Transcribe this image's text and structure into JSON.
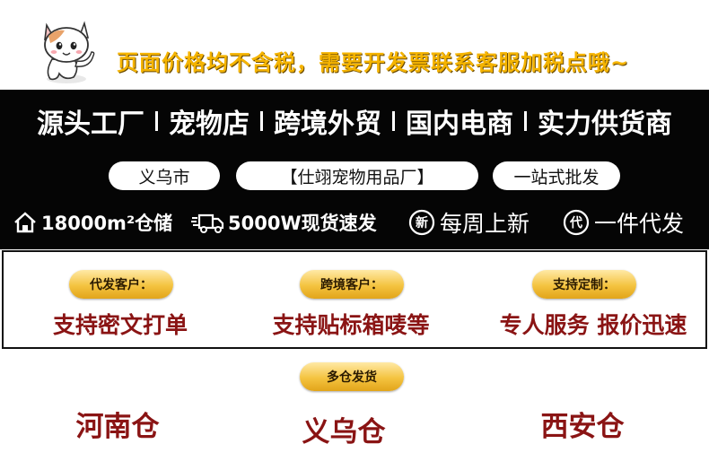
{
  "notice": "页面价格均不含税，需要开发票联系客服加税点哦~",
  "headline": {
    "items": [
      "源头工厂",
      "宠物店",
      "跨境外贸",
      "国内电商",
      "实力供货商"
    ]
  },
  "pills": [
    "义乌市",
    "【仕翊宠物用品厂】",
    "一站式批发"
  ],
  "features": [
    {
      "icon": "house-icon",
      "text": "18000m²仓储"
    },
    {
      "icon": "truck-icon",
      "text": "5000W现货速发"
    },
    {
      "icon": "new-badge-icon",
      "badge": "新",
      "text": "每周上新"
    },
    {
      "icon": "dai-badge-icon",
      "badge": "代",
      "text": "一件代发"
    }
  ],
  "services": [
    {
      "tag": "代发客户：",
      "text": "支持密文打单"
    },
    {
      "tag": "跨境客户：",
      "text": "支持贴标箱唛等"
    },
    {
      "tag": "支持定制：",
      "text": "专人服务 报价迅速"
    }
  ],
  "warehouse": {
    "tag": "多仓发货",
    "locations": [
      "河南仓",
      "义乌仓",
      "西安仓"
    ]
  },
  "colors": {
    "notice": "#f5b400",
    "band": "#050505",
    "accent_red": "#8a1414",
    "tag_gold": "#f4c340"
  }
}
